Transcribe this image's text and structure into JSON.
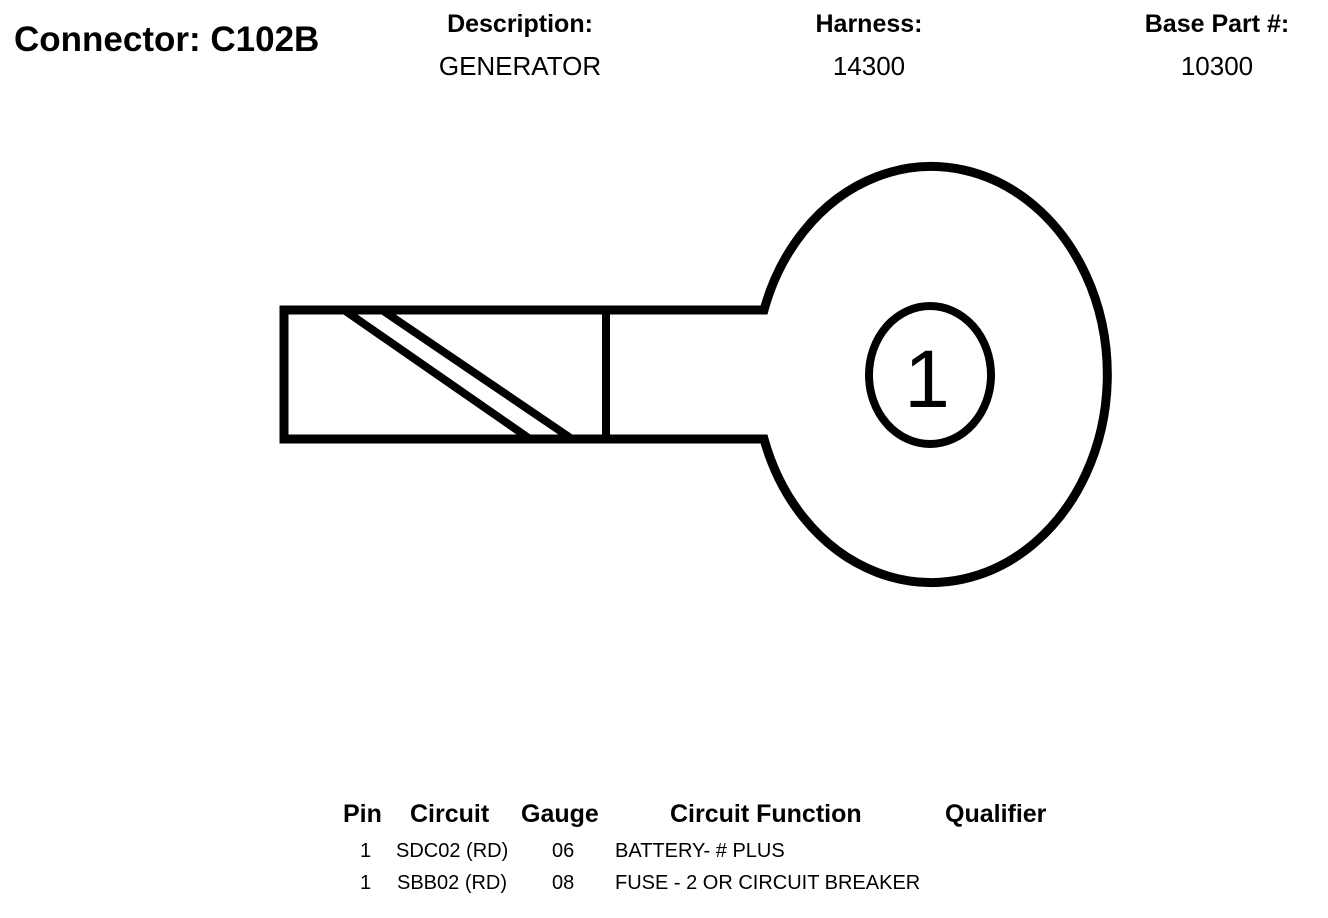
{
  "connector_title": "Connector: C102B",
  "description": {
    "label": "Description:",
    "value": "GENERATOR"
  },
  "harness": {
    "label": "Harness:",
    "value": "14300"
  },
  "base_part": {
    "label": "Base Part #:",
    "value": "10300"
  },
  "diagram": {
    "pin_label": "1"
  },
  "table": {
    "headers": {
      "pin": "Pin",
      "circuit": "Circuit",
      "gauge": "Gauge",
      "function": "Circuit Function",
      "qualifier": "Qualifier"
    },
    "rows": [
      {
        "pin": "1",
        "circuit": "SDC02 (RD)",
        "gauge": "06",
        "function": "BATTERY- # PLUS",
        "qualifier": ""
      },
      {
        "pin": "1",
        "circuit": "SBB02 (RD)",
        "gauge": "08",
        "function": "FUSE - 2 OR CIRCUIT BREAKER",
        "qualifier": ""
      }
    ]
  }
}
